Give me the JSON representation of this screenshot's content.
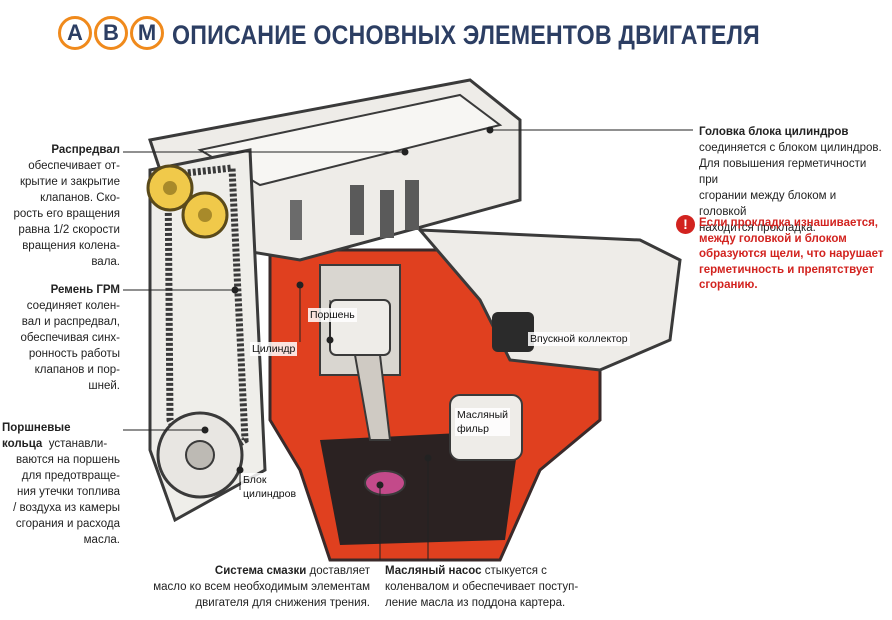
{
  "header": {
    "logo_letters": [
      "А",
      "В",
      "М"
    ],
    "title": "ОПИСАНИЕ ОСНОВНЫХ ЭЛЕМЕНТОВ ДВИГАТЕЛЯ"
  },
  "colors": {
    "brand_orange": "#f08a1c",
    "brand_navy": "#2c3e63",
    "block_red": "#e0401f",
    "warning_red": "#d2231f"
  },
  "callouts": {
    "camshaft": {
      "title": "Распредвал",
      "lines": [
        "обеспечивает от-",
        "крытие и закрытие",
        "клапанов. Ско-",
        "рость его вращения",
        "равна 1/2 скорости",
        "вращения колена-",
        "вала."
      ]
    },
    "timing_belt": {
      "title": "Ремень ГРМ",
      "lines": [
        "соединяет колен-",
        "вал и распредвал,",
        "обеспечивая синх-",
        "ронность работы",
        "клапанов и пор-",
        "шней."
      ]
    },
    "piston_rings": {
      "title_line1": "Поршневые",
      "title_line2": "кольца",
      "lines_first": "устанавли-",
      "lines": [
        "ваются на поршень",
        "для предотвраще-",
        "ния утечки топлива",
        "/ воздуха из камеры",
        "сгорания и расхода",
        "масла."
      ]
    },
    "cylinder_head": {
      "title": "Головка блока цилиндров",
      "lines": [
        "соединяется с блоком цилиндров.",
        "Для повышения герметичности при",
        "сгорании между блоком и головкой",
        "находится прокладка."
      ]
    },
    "warning": {
      "icon": "!",
      "lines": [
        "Если прокладка изнашивается,",
        "между головкой и блоком",
        "образуются щели, что нарушает",
        "герметичность и препятствует",
        "сгоранию."
      ]
    },
    "lubrication": {
      "title": "Система смазки",
      "title_rest": "доставляет",
      "lines": [
        "масло ко всем необходимым элементам",
        "двигателя для снижения трения."
      ]
    },
    "oil_pump": {
      "title": "Масляный насос",
      "title_rest": "стыкуется с",
      "lines": [
        "коленвалом и обеспечивает поступ-",
        "ление масла из поддона картера."
      ]
    }
  },
  "labels": {
    "piston": "Поршень",
    "cylinder": "Цилиндр",
    "intake": "Впускной коллектор",
    "oil_filter_1": "Масляный",
    "oil_filter_2": "фильр",
    "block_1": "Блок",
    "block_2": "цилиндров"
  }
}
